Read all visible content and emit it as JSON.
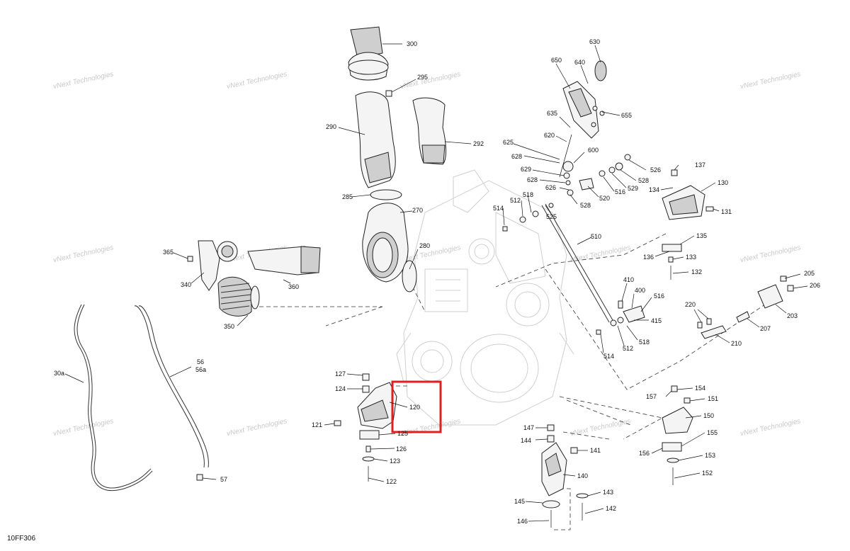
{
  "figure_id": "10FF306",
  "watermark": "vNext Technologies",
  "highlight_color": "#e02020",
  "callouts": [
    {
      "id": "c300",
      "text": "300"
    },
    {
      "id": "c295",
      "text": "295"
    },
    {
      "id": "c290",
      "text": "290"
    },
    {
      "id": "c292",
      "text": "292"
    },
    {
      "id": "c285",
      "text": "285"
    },
    {
      "id": "c270",
      "text": "270"
    },
    {
      "id": "c280",
      "text": "280"
    },
    {
      "id": "c365",
      "text": "365"
    },
    {
      "id": "c340",
      "text": "340"
    },
    {
      "id": "c360",
      "text": "360"
    },
    {
      "id": "c350",
      "text": "350"
    },
    {
      "id": "c630",
      "text": "630"
    },
    {
      "id": "c650",
      "text": "650"
    },
    {
      "id": "c640",
      "text": "640"
    },
    {
      "id": "c635",
      "text": "635"
    },
    {
      "id": "c655",
      "text": "655"
    },
    {
      "id": "c625",
      "text": "625"
    },
    {
      "id": "c620",
      "text": "620"
    },
    {
      "id": "c628a",
      "text": "628"
    },
    {
      "id": "c600",
      "text": "600"
    },
    {
      "id": "c629",
      "text": "629"
    },
    {
      "id": "c628b",
      "text": "628"
    },
    {
      "id": "c626",
      "text": "626"
    },
    {
      "id": "c526",
      "text": "526"
    },
    {
      "id": "c528a",
      "text": "528"
    },
    {
      "id": "c529",
      "text": "529"
    },
    {
      "id": "c516a",
      "text": "516"
    },
    {
      "id": "c520",
      "text": "520"
    },
    {
      "id": "c528b",
      "text": "528"
    },
    {
      "id": "c518a",
      "text": "518"
    },
    {
      "id": "c512a",
      "text": "512"
    },
    {
      "id": "c514a",
      "text": "514"
    },
    {
      "id": "c525",
      "text": "525"
    },
    {
      "id": "c137",
      "text": "137"
    },
    {
      "id": "c134",
      "text": "134"
    },
    {
      "id": "c130",
      "text": "130"
    },
    {
      "id": "c131",
      "text": "131"
    },
    {
      "id": "c135",
      "text": "135"
    },
    {
      "id": "c136",
      "text": "136"
    },
    {
      "id": "c133",
      "text": "133"
    },
    {
      "id": "c132",
      "text": "132"
    },
    {
      "id": "c510",
      "text": "510"
    },
    {
      "id": "c410",
      "text": "410"
    },
    {
      "id": "c400",
      "text": "400"
    },
    {
      "id": "c516b",
      "text": "516"
    },
    {
      "id": "c415",
      "text": "415"
    },
    {
      "id": "c518b",
      "text": "518"
    },
    {
      "id": "c512b",
      "text": "512"
    },
    {
      "id": "c514b",
      "text": "514"
    },
    {
      "id": "c205",
      "text": "205"
    },
    {
      "id": "c206",
      "text": "206"
    },
    {
      "id": "c203",
      "text": "203"
    },
    {
      "id": "c220",
      "text": "220"
    },
    {
      "id": "c207",
      "text": "207"
    },
    {
      "id": "c210",
      "text": "210"
    },
    {
      "id": "c30a",
      "text": "30a"
    },
    {
      "id": "c56",
      "text": "56"
    },
    {
      "id": "c56a",
      "text": "56a"
    },
    {
      "id": "c57",
      "text": "57"
    },
    {
      "id": "c127",
      "text": "127"
    },
    {
      "id": "c124",
      "text": "124"
    },
    {
      "id": "c120",
      "text": "120"
    },
    {
      "id": "c121",
      "text": "121"
    },
    {
      "id": "c125",
      "text": "125"
    },
    {
      "id": "c126",
      "text": "126"
    },
    {
      "id": "c123",
      "text": "123"
    },
    {
      "id": "c122",
      "text": "122"
    },
    {
      "id": "c154",
      "text": "154"
    },
    {
      "id": "c157",
      "text": "157"
    },
    {
      "id": "c151",
      "text": "151"
    },
    {
      "id": "c150",
      "text": "150"
    },
    {
      "id": "c155",
      "text": "155"
    },
    {
      "id": "c156",
      "text": "156"
    },
    {
      "id": "c153",
      "text": "153"
    },
    {
      "id": "c152",
      "text": "152"
    },
    {
      "id": "c147",
      "text": "147"
    },
    {
      "id": "c144",
      "text": "144"
    },
    {
      "id": "c141",
      "text": "141"
    },
    {
      "id": "c140",
      "text": "140"
    },
    {
      "id": "c143",
      "text": "143"
    },
    {
      "id": "c145",
      "text": "145"
    },
    {
      "id": "c142",
      "text": "142"
    },
    {
      "id": "c146",
      "text": "146"
    }
  ]
}
